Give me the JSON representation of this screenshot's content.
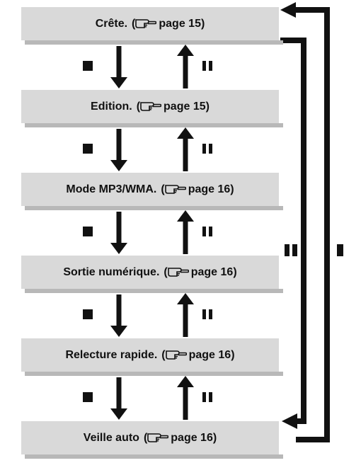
{
  "menu": {
    "items": [
      {
        "label": "Crête.",
        "ref": "page 15"
      },
      {
        "label": "Edition.",
        "ref": "page 15"
      },
      {
        "label": "Mode MP3/WMA.",
        "ref": "page 16"
      },
      {
        "label": "Sortie numérique.",
        "ref": "page 16"
      },
      {
        "label": "Relecture rapide.",
        "ref": "page 16"
      },
      {
        "label": "Veille auto",
        "ref": "page 16"
      }
    ]
  },
  "legend": {
    "down_button": "stop-icon",
    "up_button": "pause-icon",
    "skip_all_button": "pause-icon",
    "return_button": "stop-icon"
  },
  "colors": {
    "box_fill": "#d9d9d9",
    "box_shadow": "#b8b8b8",
    "ink": "#111111"
  }
}
